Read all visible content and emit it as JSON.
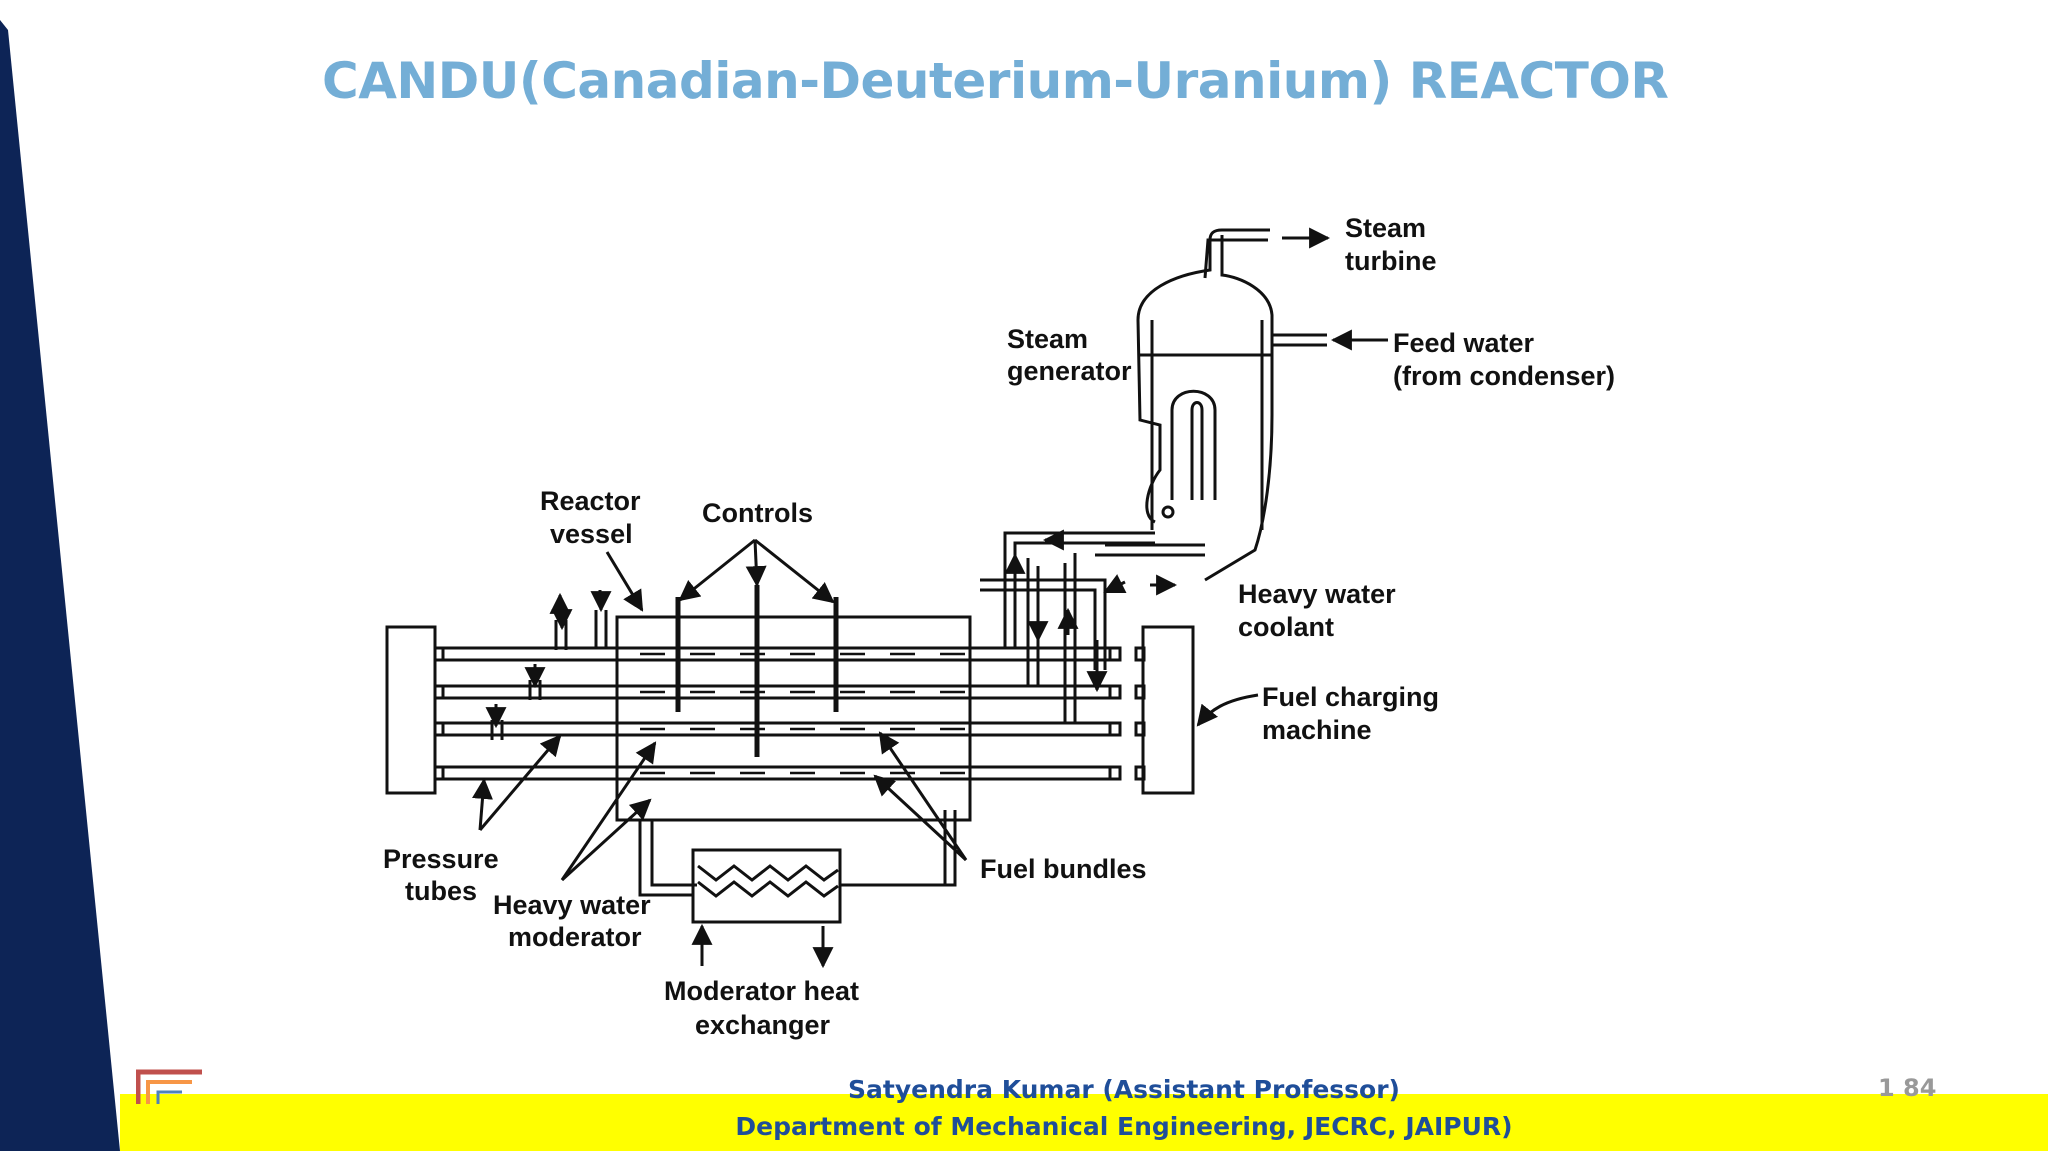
{
  "slide": {
    "title": "CANDU(Canadian-Deuterium-Uranium) REACTOR",
    "page_number": "1  84",
    "footer_line1": "Satyendra Kumar (Assistant Professor)",
    "footer_line2": "Department of Mechanical Engineering, JECRC, JAIPUR)"
  },
  "diagram": {
    "labels": {
      "steam_turbine_1": "Steam",
      "steam_turbine_2": "turbine",
      "steam_generator_1": "Steam",
      "steam_generator_2": "generator",
      "feed_water_1": "Feed water",
      "feed_water_2": "(from condenser)",
      "reactor_vessel_1": "Reactor",
      "reactor_vessel_2": "vessel",
      "controls": "Controls",
      "heavy_water_coolant_1": "Heavy water",
      "heavy_water_coolant_2": "coolant",
      "fuel_charging_1": "Fuel charging",
      "fuel_charging_2": "machine",
      "pressure_tubes_1": "Pressure",
      "pressure_tubes_2": "tubes",
      "heavy_water_moderator_1": "Heavy water",
      "heavy_water_moderator_2": "moderator",
      "fuel_bundles": "Fuel bundles",
      "moderator_hx_1": "Moderator heat",
      "moderator_hx_2": "exchanger"
    }
  },
  "colors": {
    "title": "#74aed6",
    "side_band": "#0d2456",
    "footer_bg": "#ffff00",
    "footer_text": "#1f4e99"
  }
}
